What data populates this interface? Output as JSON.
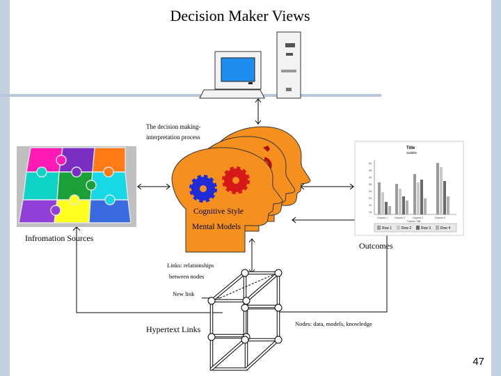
{
  "slide": {
    "title": "Decision Maker Views",
    "process_line1": "The decision making-",
    "process_line2": "interpretation process",
    "cognitive_style": "Cognitive Style",
    "mental_models": "Mental Models",
    "information_sources": "Infromation  Sources",
    "outcomes": "Outcomes",
    "links_line1": "Links: relationships",
    "links_line2": "between nodes",
    "new_link": "New link",
    "hypertext_links": "Hypertext Links",
    "nodes_label": "Nodes: data, models, knowledge",
    "page_number": "47"
  },
  "colors": {
    "head": "#f5901e",
    "gear_blue": "#1f2bd6",
    "gear_red": "#d61818",
    "monitor_screen": "#1f8df0",
    "side_bar": "#b7c6dd"
  },
  "chart_thumbnail": {
    "title": "Title",
    "subtitle": "Subtitle",
    "legend": [
      "Row 1",
      "Row 2",
      "Row 3",
      "Row 4"
    ],
    "categories": [
      "Column 1",
      "Column 2",
      "Column 3",
      "Column 4"
    ],
    "x_label": "Column Title",
    "y_ticks": [
      "50",
      "45",
      "40",
      "35",
      "30",
      "25",
      "20",
      "15"
    ]
  }
}
